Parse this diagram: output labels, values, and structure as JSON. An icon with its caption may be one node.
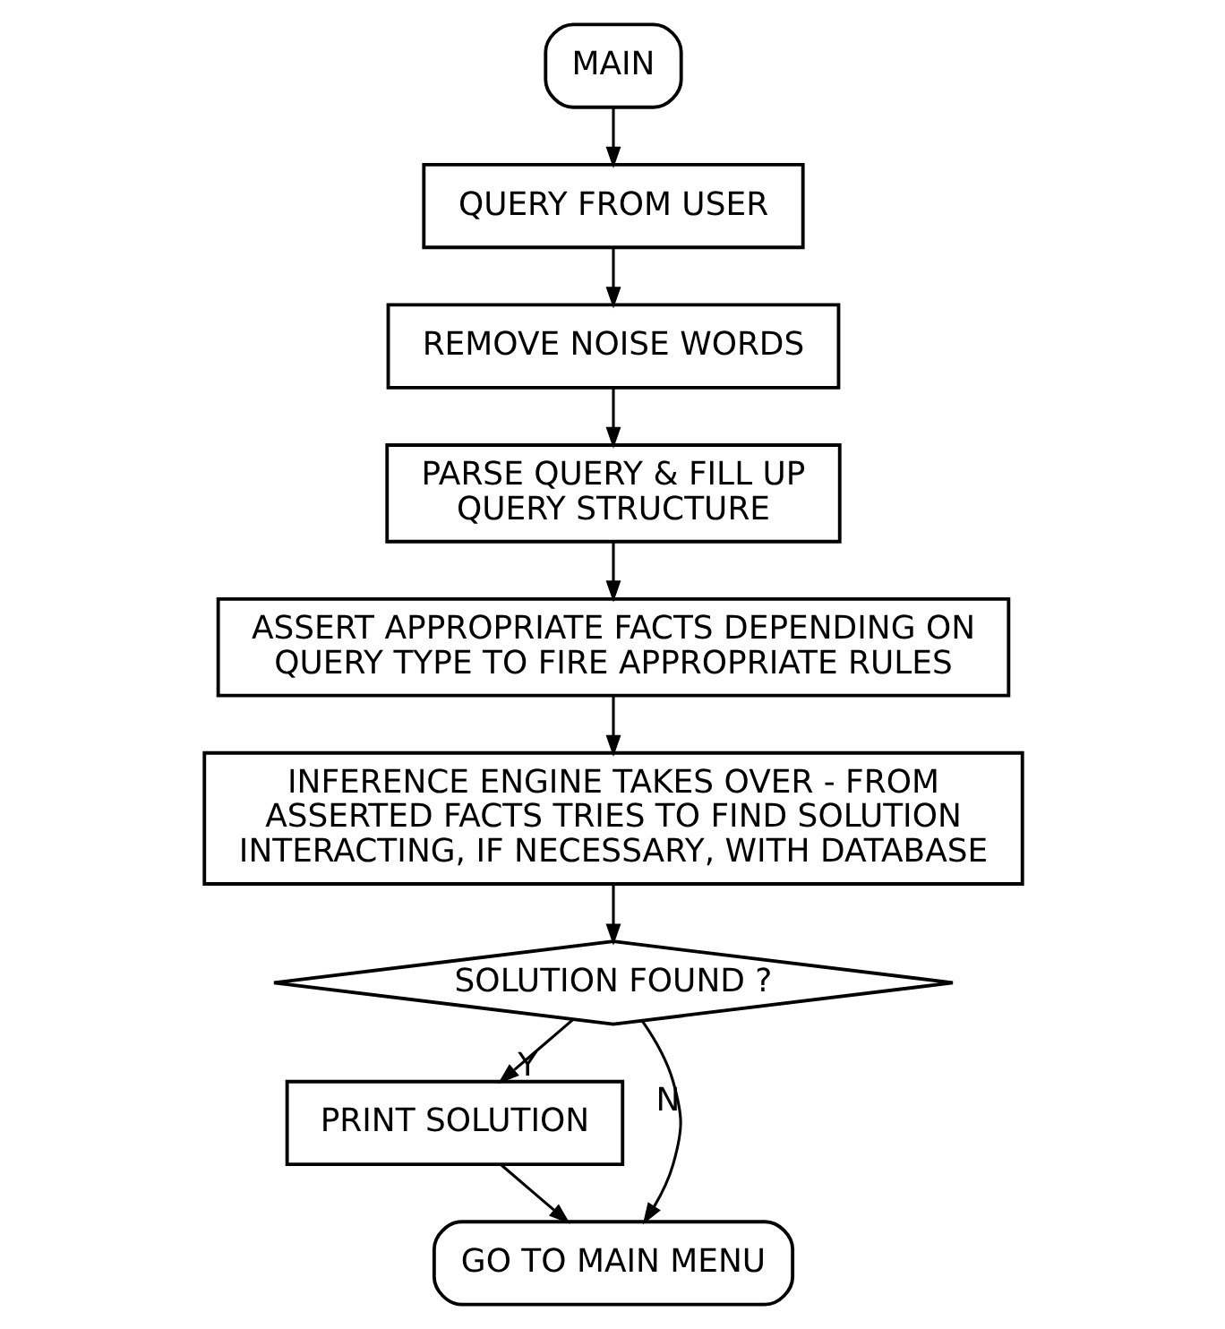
{
  "diagram": {
    "nodes": [
      {
        "text": [
          "MAIN"
        ]
      },
      {
        "text": [
          "QUERY FROM USER"
        ]
      },
      {
        "text": [
          "REMOVE NOISE WORDS"
        ]
      },
      {
        "text": [
          "PARSE QUERY & FILL UP QUERY STRUCTURE"
        ]
      },
      {
        "text": [
          "ASSERT APPROPRIATE FACTS DEPENDING ON QUERY TYPE TO FIRE APPROPRIATE RULES"
        ]
      },
      {
        "text": [
          "INFERENCE ENGINE TAKES OVER - FROM ASSERTED FACTS TRIES TO FIND SOLUTION INTERACTING, IF NECESSARY, WITH DATABASE"
        ]
      },
      {
        "text": [
          "SOLUTION FOUND ?"
        ]
      },
      {
        "text": [
          "PRINT SOLUTION"
        ]
      },
      {
        "text": [
          "GO TO MAIN MENU"
        ]
      }
    ],
    "edges": [
      {
        "from": 0,
        "to": 1,
        "arrow": "to"
      },
      {
        "from": 1,
        "to": 2,
        "arrow": "to"
      },
      {
        "from": 2,
        "to": 3,
        "arrow": "to"
      },
      {
        "from": 3,
        "to": 4,
        "arrow": "to"
      },
      {
        "from": 4,
        "to": 5,
        "arrow": "to"
      },
      {
        "from": 5,
        "to": 6,
        "arrow": "to"
      },
      {
        "from": 6,
        "to": 7,
        "arrow": "to",
        "label": "Y"
      },
      {
        "from": 6,
        "to": 8,
        "arrow": "to",
        "label": "N"
      },
      {
        "from": 7,
        "to": 8,
        "arrow": "to"
      }
    ]
  }
}
